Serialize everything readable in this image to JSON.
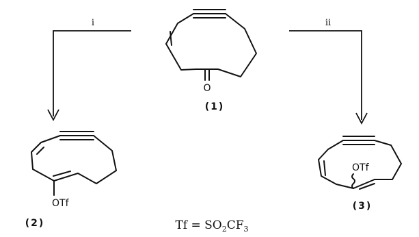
{
  "reagents": {
    "left": "i",
    "right": "ii"
  },
  "compounds": {
    "c1": {
      "label": "(1)",
      "atom": "O"
    },
    "c2": {
      "label": "(2)",
      "group": "OTf"
    },
    "c3": {
      "label": "(3)",
      "group": "OTf"
    }
  },
  "footnote": {
    "lhs": "Tf = SO",
    "s1": "2",
    "mid": "CF",
    "s2": "3"
  }
}
